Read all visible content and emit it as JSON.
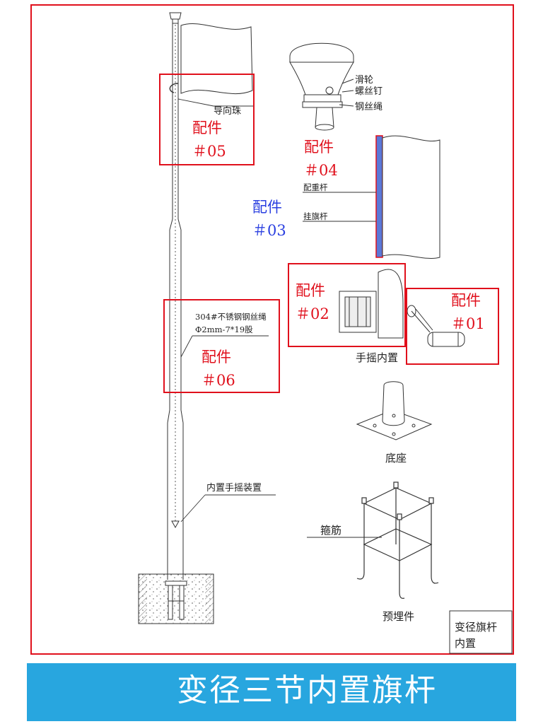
{
  "labels": {
    "guide_bead": "导向珠",
    "pulley": "滑轮",
    "screw": "螺丝钉",
    "wire_rope": "钢丝绳",
    "counterweight_rod": "配重杆",
    "flag_hang_rod": "挂旗杆",
    "hand_crank_internal": "手摇内置",
    "base": "底座",
    "rope_spec_line1": "304#不锈钢钢丝绳",
    "rope_spec_line2": "Φ2mm-7*19股",
    "internal_crank_device": "内置手摇装置",
    "stirrup": "箍筋",
    "embedded_part": "预埋件"
  },
  "accessories": [
    {
      "word": "配件",
      "code": "＃05",
      "color": "#e0101c"
    },
    {
      "word": "配件",
      "code": "＃04",
      "color": "#e0101c"
    },
    {
      "word": "配件",
      "code": "＃03",
      "color": "#2a3fe0"
    },
    {
      "word": "配件",
      "code": "＃02",
      "color": "#e0101c"
    },
    {
      "word": "配件",
      "code": "＃01",
      "color": "#e0101c"
    },
    {
      "word": "配件",
      "code": "＃06",
      "color": "#e0101c"
    }
  ],
  "title_block": {
    "line1": "变径旗杆",
    "line2": "内置"
  },
  "footer": {
    "title": "变径三节内置旗杆"
  },
  "colors": {
    "frame": "#e0101c",
    "footer_bg": "#28a6df",
    "rod_blue": "#5a78d8"
  }
}
